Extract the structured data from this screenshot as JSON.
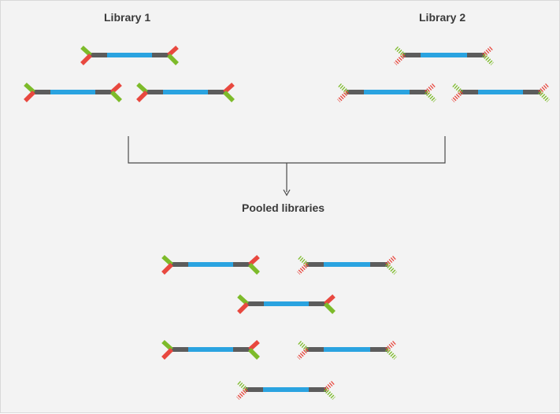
{
  "diagram": {
    "library1_title": "Library 1",
    "library2_title": "Library 2",
    "pooled_title": "Pooled libraries",
    "colors": {
      "background": "#f3f3f3",
      "insert": "#2aa3e0",
      "adapter_body": "#5c5c5c",
      "adapter_red": "#e8483f",
      "adapter_green": "#7dbb2a",
      "connector": "#4a4a4a"
    },
    "adapter_styles": {
      "library1": "solid",
      "library2": "striped"
    },
    "fragment_counts": {
      "library1": 3,
      "library2": 3,
      "pooled": 6
    }
  }
}
